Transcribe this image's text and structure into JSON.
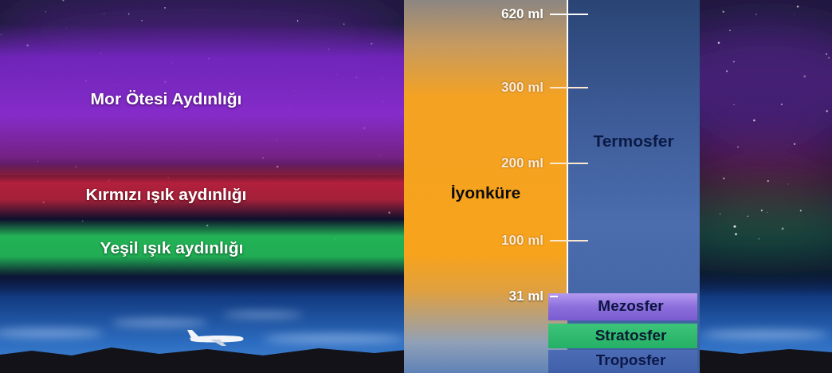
{
  "diagram": {
    "nodes": [
      {
        "text": [
          "Mor Ötesi Aydınlığı"
        ]
      },
      {
        "text": [
          "Kırmızı ışık aydınlığı"
        ]
      },
      {
        "text": [
          "Yeşil ışık aydınlığı"
        ]
      },
      {
        "text": [
          "İyonküre"
        ]
      },
      {
        "text": [
          "Termosfer"
        ]
      },
      {
        "text": [
          "Mezosfer"
        ]
      },
      {
        "text": [
          "Stratosfer"
        ]
      },
      {
        "text": [
          "Troposfer"
        ]
      }
    ],
    "labels": [
      "620 ml",
      "300 ml",
      "200 ml",
      "100 ml",
      "31 ml"
    ]
  }
}
